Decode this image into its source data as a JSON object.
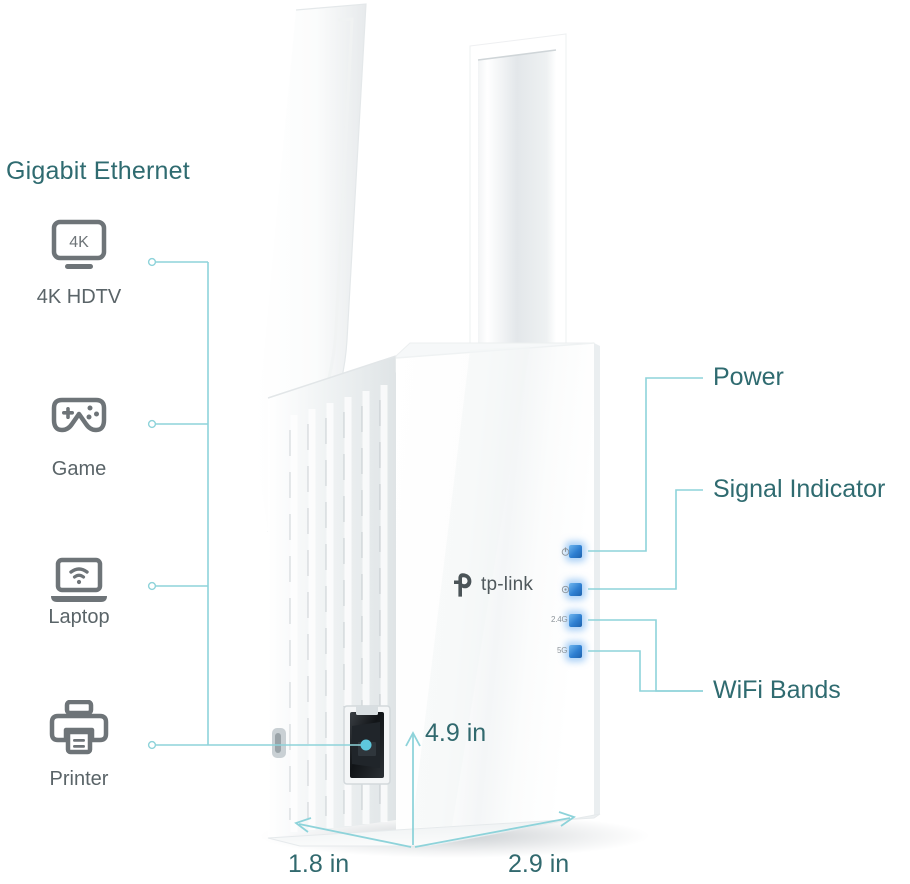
{
  "meta": {
    "title": "TP-Link WiFi Range Extender - Product Feature Diagram",
    "background_color": "#ffffff",
    "accent_line_color": "#8ed3da",
    "label_text_color": "#2f6b70",
    "device_label_color": "#5a6468",
    "led_color": "#2e7fd1"
  },
  "left_panel": {
    "heading": "Gigabit Ethernet",
    "devices": [
      {
        "label": "4K HDTV",
        "icon": "tv-4k-icon",
        "badge": "4K"
      },
      {
        "label": "Game",
        "icon": "gamepad-icon"
      },
      {
        "label": "Laptop",
        "icon": "laptop-wifi-icon"
      },
      {
        "label": "Printer",
        "icon": "printer-icon"
      }
    ]
  },
  "right_callouts": [
    {
      "label": "Power",
      "target": "power-led"
    },
    {
      "label": "Signal Indicator",
      "target": "signal-led"
    },
    {
      "label": "WiFi Bands",
      "target": "band-leds"
    }
  ],
  "device": {
    "brand": "tp-link",
    "leds": [
      {
        "name": "power-led",
        "mark": "power-symbol",
        "mark_text": ""
      },
      {
        "name": "signal-led",
        "mark": "signal-symbol",
        "mark_text": ""
      },
      {
        "name": "band-24g-led",
        "mark": "text",
        "mark_text": "2.4G"
      },
      {
        "name": "band-5g-led",
        "mark": "text",
        "mark_text": "5G"
      }
    ],
    "port": "gigabit-ethernet-port",
    "antennas": 2
  },
  "dimensions": {
    "height": "4.9 in",
    "depth": "1.8 in",
    "width": "2.9 in"
  }
}
